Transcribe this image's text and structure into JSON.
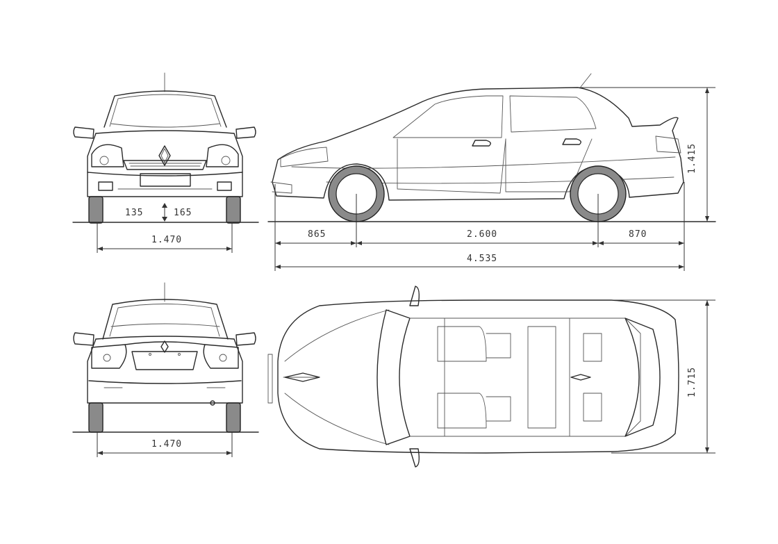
{
  "dimensions": {
    "front_track": "1.470",
    "rear_track": "1.470",
    "clearance_left": "135",
    "clearance_right": "165",
    "front_overhang": "865",
    "wheelbase": "2.600",
    "rear_overhang": "870",
    "overall_length": "4.535",
    "overall_height": "1.415",
    "overall_width": "1.715"
  },
  "colors": {
    "line": "#2a2a2a",
    "tyre": "#8a8a8a",
    "background": "#ffffff"
  }
}
